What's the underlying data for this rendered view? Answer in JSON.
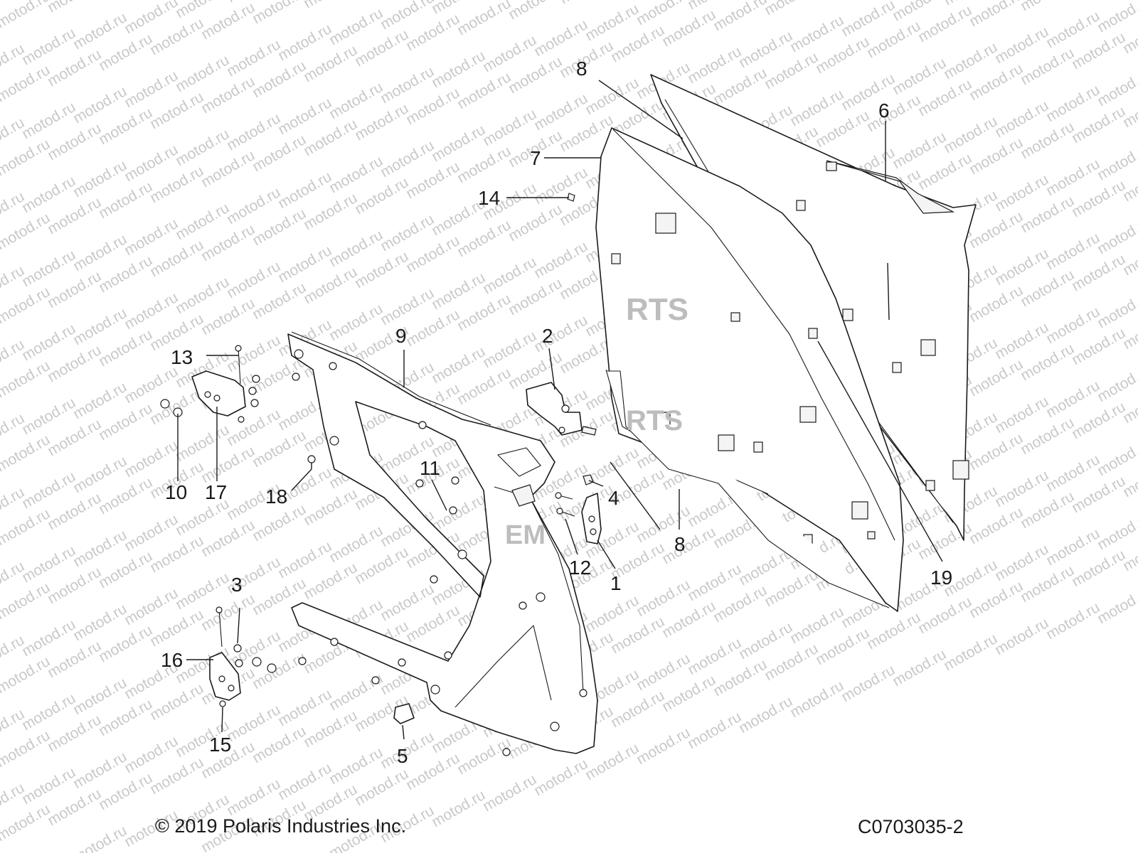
{
  "watermark": "motod.ru",
  "ghost_marks": [
    "RTS",
    "RTS",
    "EM"
  ],
  "callouts": [
    "1",
    "2",
    "3",
    "4",
    "5",
    "6",
    "7",
    "8",
    "8",
    "8",
    "9",
    "10",
    "11",
    "12",
    "13",
    "14",
    "15",
    "16",
    "17",
    "18",
    "19"
  ],
  "footer": {
    "copyright": "© 2019 Polaris Industries Inc.",
    "code": "C0703035-2"
  },
  "colors": {
    "line": "#1a1a1a",
    "watermark": "#c9c9c9",
    "background": "#ffffff"
  }
}
